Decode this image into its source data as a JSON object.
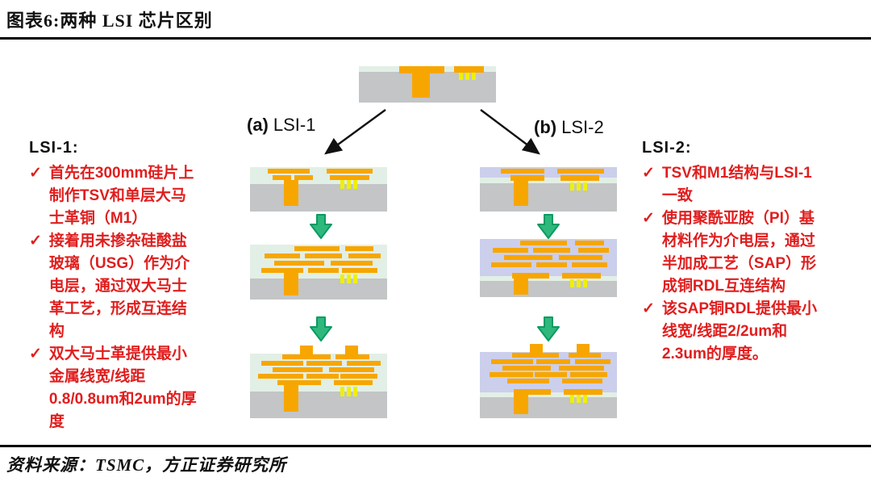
{
  "figure": {
    "title": "图表6:两种 LSI 芯片区别",
    "source": "资料来源：TSMC，方正证券研究所"
  },
  "diagram": {
    "branch_a": {
      "prefix": "(a)",
      "name": "LSI-1"
    },
    "branch_b": {
      "prefix": "(b)",
      "name": "LSI-2"
    }
  },
  "left_panel": {
    "heading": "LSI-1:",
    "bullet_glyph": "✓",
    "bullets": [
      "首先在300mm硅片上制作TSV和单层大马士革铜（M1）",
      "接着用未掺杂硅酸盐玻璃（USG）作为介电层，通过双大马士革工艺，形成互连结构",
      "双大马士革提供最小金属线宽/线距0.8/0.8um和2um的厚度"
    ]
  },
  "right_panel": {
    "heading": "LSI-2:",
    "bullet_glyph": "✓",
    "bullets": [
      "TSV和M1结构与LSI-1一致",
      "使用聚酰亚胺（PI）基材料作为介电层，通过半加成工艺（SAP）形成铜RDL互连结构",
      "该SAP铜RDL提供最小线宽/线距2/2um和2.3um的厚度。"
    ]
  },
  "colors": {
    "bullet_red": "#e01e1e",
    "substrate_gray": "#c3c5c6",
    "dielectric_green": "#e2efe6",
    "dielectric_lavender": "#cbcfec",
    "metal_orange": "#f7a600",
    "via_yellow": "#eef000",
    "arrow_green": "#2fb87c",
    "arrow_green_dark": "#0a9a63"
  }
}
